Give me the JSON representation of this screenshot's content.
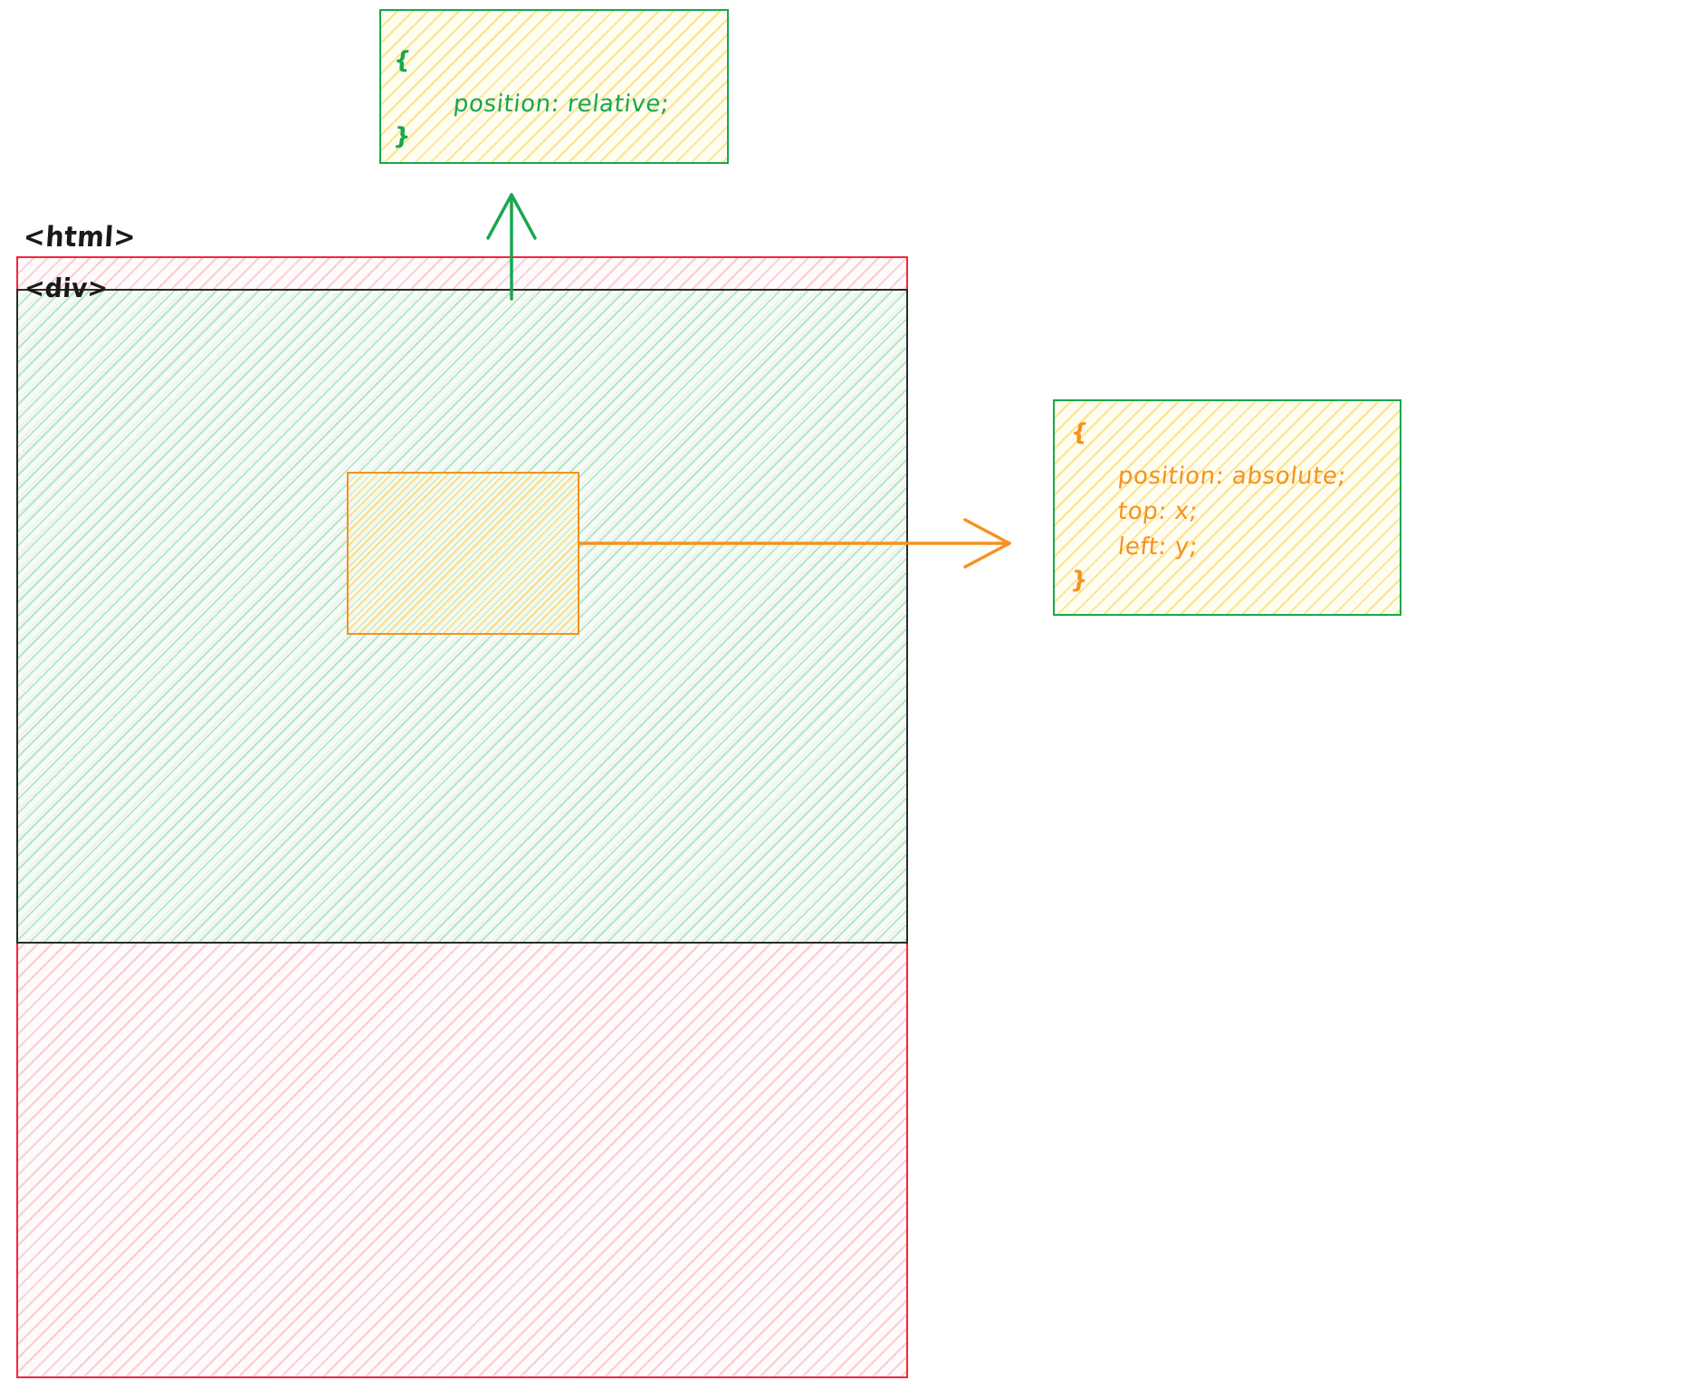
{
  "diagram": {
    "title": "CSS positioning: relative parent with absolutely positioned child",
    "colors": {
      "html_border": "#f5253c",
      "div_border": "#2b2b2b",
      "div_hatch": "#3cb96e",
      "absolute_border": "#f6921e",
      "note_border": "#17a84c",
      "note_hatch": "#facd3c",
      "relative_text": "#17a84c",
      "absolute_text": "#f6921e",
      "tag_text": "#1a1a1a"
    }
  },
  "labels": {
    "html_tag": "<html>",
    "div_tag": "<div>"
  },
  "notes": {
    "relative": {
      "open_brace": "{",
      "rule": "position: relative;",
      "close_brace": "}"
    },
    "absolute": {
      "open_brace": "{",
      "rule_position": "position: absolute;",
      "rule_top": "top: x;",
      "rule_left": "left: y;",
      "close_brace": "}"
    }
  },
  "arrows": {
    "relative_arrow": "arrow-up-icon",
    "absolute_arrow": "arrow-right-icon"
  }
}
